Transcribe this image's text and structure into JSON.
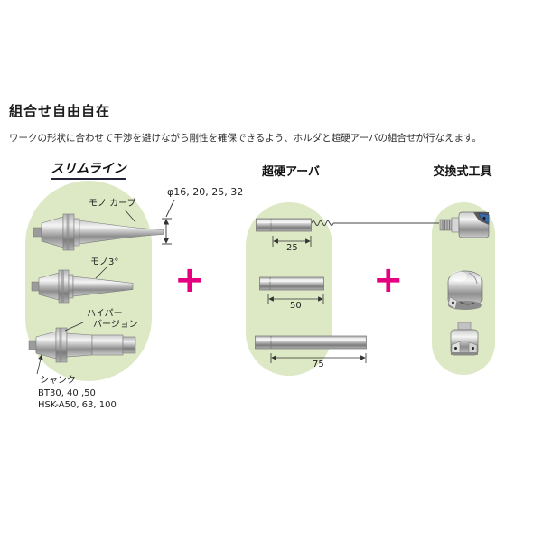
{
  "page": {
    "title": "組合せ自由自在",
    "description": "ワークの形状に合わせて干渉を避けながら剛性を確保できるよう、ホルダと超硬アーバの組合せが行なえます。"
  },
  "slimline": {
    "header": "スリムライン",
    "holder1_label": "モノ カーブ",
    "holder2_label": "モノ3°",
    "holder3_label_line1": "ハイパー",
    "holder3_label_line2": "バージョン",
    "diameter_note": "φ16, 20, 25, 32",
    "shank": {
      "title": "シャンク",
      "line1": "BT30, 40 ,50",
      "line2": "HSK-A50, 63, 100"
    }
  },
  "arbor": {
    "header": "超硬アーバ",
    "dims": {
      "d25": "25",
      "d50": "50",
      "d75": "75"
    }
  },
  "tools": {
    "header": "交換式工具"
  },
  "operators": {
    "plus": "+"
  },
  "colors": {
    "accent": "#e4007f",
    "panel_green": "#dde8c4"
  }
}
